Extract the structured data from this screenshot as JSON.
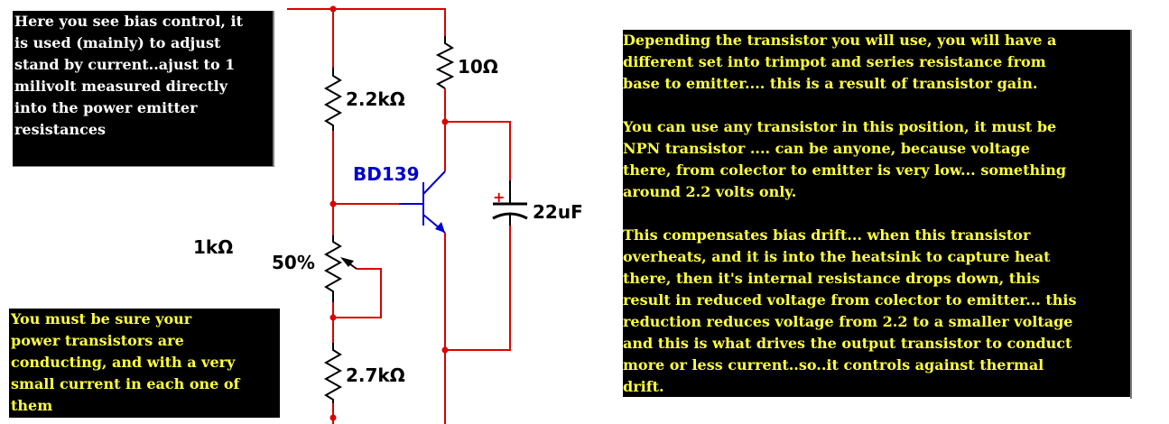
{
  "notes": {
    "bias_control": "Here you see bias control, it\nis used (mainly) to adjust\nstand by current..ajust to 1\nmilivolt measured directly\ninto the power emitter\nresistances",
    "power_transistors": "You must be sure your\npower transistors are\nconducting, and with a very\nsmall current in each one of\nthem",
    "compensation": " Depending the transistor you will use, you will have a\ndifferent set into trimpot and series resistance from\nbase to emitter.... this is a result of transistor gain.\n\nYou can use any transistor in this position, it must be\nNPN transistor .... can be anyone, because voltage\nthere, from colector to emitter is very low... something\naround 2.2 volts only.\n\nThis compensates bias drift... when this transistor\noverheats, and it is into the heatsink to capture heat\nthere, then it's internal resistance drops down, this\nresult in reduced voltage from colector to emitter... this\nreduction reduces voltage from 2.2 to a smaller voltage\nand this is what drives the output transistor to conduct\nmore or less current..so..it controls against thermal\ndrift."
  },
  "components": {
    "r_top": "2.2kΩ",
    "r_collector": "10Ω",
    "transistor": "BD139",
    "capacitor": "22uF",
    "capacitor_polarity": "+",
    "pot_value": "1kΩ",
    "pot_setting": "50%",
    "r_bottom": "2.7kΩ"
  },
  "colors": {
    "wire": "#dd0000",
    "transistor": "#0000cc",
    "component": "#000000",
    "note_white_text": "#ffffff",
    "note_yellow_text": "#ffff40",
    "note_background": "#000000"
  }
}
